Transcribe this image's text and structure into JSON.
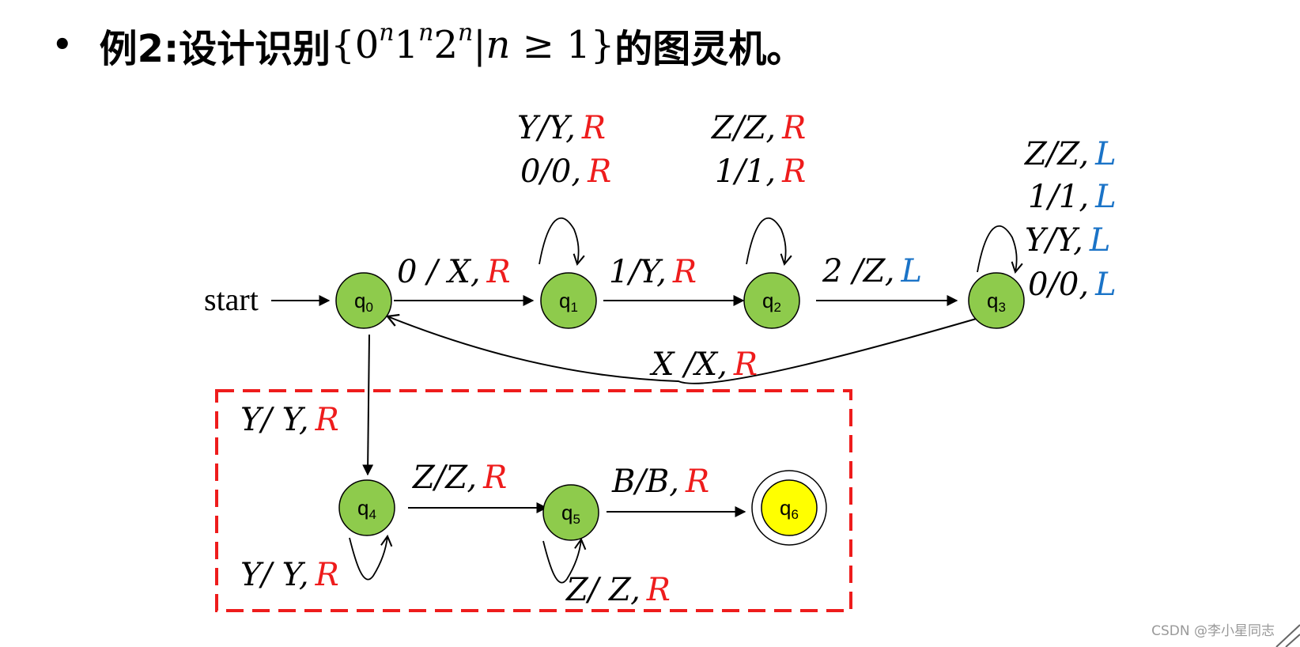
{
  "title": {
    "bullet": "•",
    "prefix": "例2:设计识别",
    "set_open": "{",
    "base0": "0",
    "exp0": "n",
    "base1": "1",
    "exp1": "n",
    "base2": "2",
    "exp2": "n",
    "bar": "|",
    "cond_var": "n",
    "cond_rest": " ≥ 1",
    "set_close": "}",
    "suffix": "的图灵机。"
  },
  "start_label": "start",
  "states": {
    "q0": {
      "name": "q",
      "sub": "0",
      "fill": "#8ecb4c"
    },
    "q1": {
      "name": "q",
      "sub": "1",
      "fill": "#8ecb4c"
    },
    "q2": {
      "name": "q",
      "sub": "2",
      "fill": "#8ecb4c"
    },
    "q3": {
      "name": "q",
      "sub": "3",
      "fill": "#8ecb4c"
    },
    "q4": {
      "name": "q",
      "sub": "4",
      "fill": "#8ecb4c"
    },
    "q5": {
      "name": "q",
      "sub": "5",
      "fill": "#8ecb4c"
    },
    "q6": {
      "name": "q",
      "sub": "6",
      "fill": "#ffff00",
      "accepting": true
    }
  },
  "transitions": {
    "q0_q1": {
      "sym": "0 / X,",
      "dir": "R"
    },
    "q1_q2": {
      "sym": "1/Y,",
      "dir": "R"
    },
    "q2_q3": {
      "sym": "2 /Z,",
      "dir": "L"
    },
    "q3_q0": {
      "sym": "X /X,",
      "dir": "R"
    },
    "q0_q4": {
      "sym": "Y/ Y,",
      "dir": "R"
    },
    "q4_q5": {
      "sym": "Z/Z,",
      "dir": "R"
    },
    "q5_q6": {
      "sym": "B/B,",
      "dir": "R"
    },
    "q1_loop_1": {
      "sym": "Y/Y,",
      "dir": "R"
    },
    "q1_loop_2": {
      "sym": "0/0,",
      "dir": "R"
    },
    "q2_loop_1": {
      "sym": "Z/Z,",
      "dir": "R"
    },
    "q2_loop_2": {
      "sym": "1/1,",
      "dir": "R"
    },
    "q3_loop_1": {
      "sym": "Z/Z,",
      "dir": "L"
    },
    "q3_loop_2": {
      "sym": "1/1,",
      "dir": "L"
    },
    "q3_loop_3": {
      "sym": "Y/Y,",
      "dir": "L"
    },
    "q3_loop_4": {
      "sym": "0/0,",
      "dir": "L"
    },
    "q4_loop": {
      "sym": "Y/ Y,",
      "dir": "R"
    },
    "q5_loop": {
      "sym": "Z/ Z,",
      "dir": "R"
    }
  },
  "colors": {
    "state_green": "#8ecb4c",
    "accept_yellow": "#ffff00",
    "dir_right": "#ee1c1c",
    "dir_left": "#1a73c7",
    "dashed_box": "#ee1c1c"
  },
  "watermark": "CSDN @李小星同志"
}
